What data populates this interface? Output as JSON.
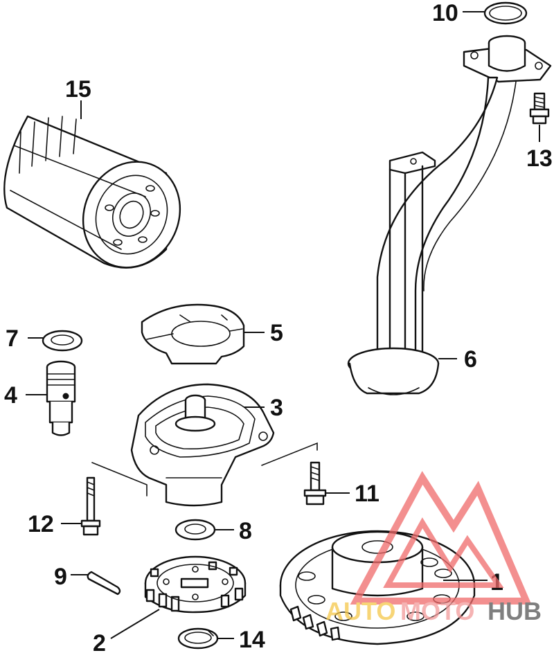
{
  "labels": {
    "p1": "1",
    "p2": "2",
    "p3": "3",
    "p4": "4",
    "p5": "5",
    "p6": "6",
    "p7": "7",
    "p8": "8",
    "p9": "9",
    "p10": "10",
    "p11": "11",
    "p12": "12",
    "p13": "13",
    "p14": "14",
    "p15": "15"
  },
  "watermark": {
    "text_a": "AUTO",
    "text_b": "MOTO",
    "text_c": "HUB",
    "color_a": "#f5c84a",
    "color_b": "#f29a9a",
    "color_c": "#555555",
    "logo_color": "#f06a6a"
  }
}
